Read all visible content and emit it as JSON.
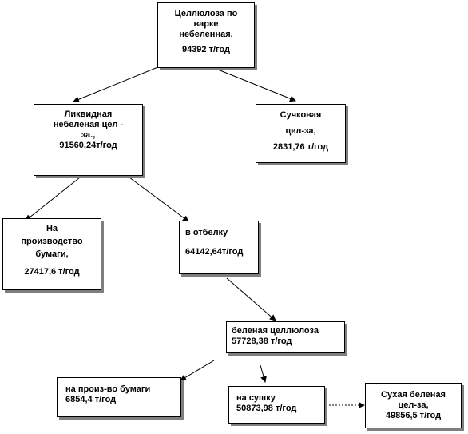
{
  "nodes": {
    "root": {
      "lines": [
        "Целлюлоза по",
        "варке",
        "небеленная,",
        "94392 т/год"
      ]
    },
    "liquid": {
      "lines": [
        "Ликвидная",
        "небеленая цел -",
        "за.,",
        "91560,24т/год"
      ]
    },
    "knot": {
      "lines": [
        "Сучковая",
        "цел-за,",
        "2831,76 т/год"
      ]
    },
    "paper1": {
      "lines": [
        "На",
        "производство",
        "бумаги,",
        "27417,6 т/год"
      ]
    },
    "bleach": {
      "lines": [
        "в отбелку",
        "64142,64т/год"
      ]
    },
    "bleached": {
      "lines": [
        "беленая целлюлоза",
        "57728,38  т/год"
      ]
    },
    "paper2": {
      "lines": [
        "на произ-во бумаги",
        "6854,4 т/год"
      ]
    },
    "dry": {
      "lines": [
        "на сушку",
        "50873,98 т/год"
      ]
    },
    "drybleached": {
      "lines": [
        "Сухая беленая",
        "цел-за,",
        "49856,5  т/год"
      ]
    }
  }
}
